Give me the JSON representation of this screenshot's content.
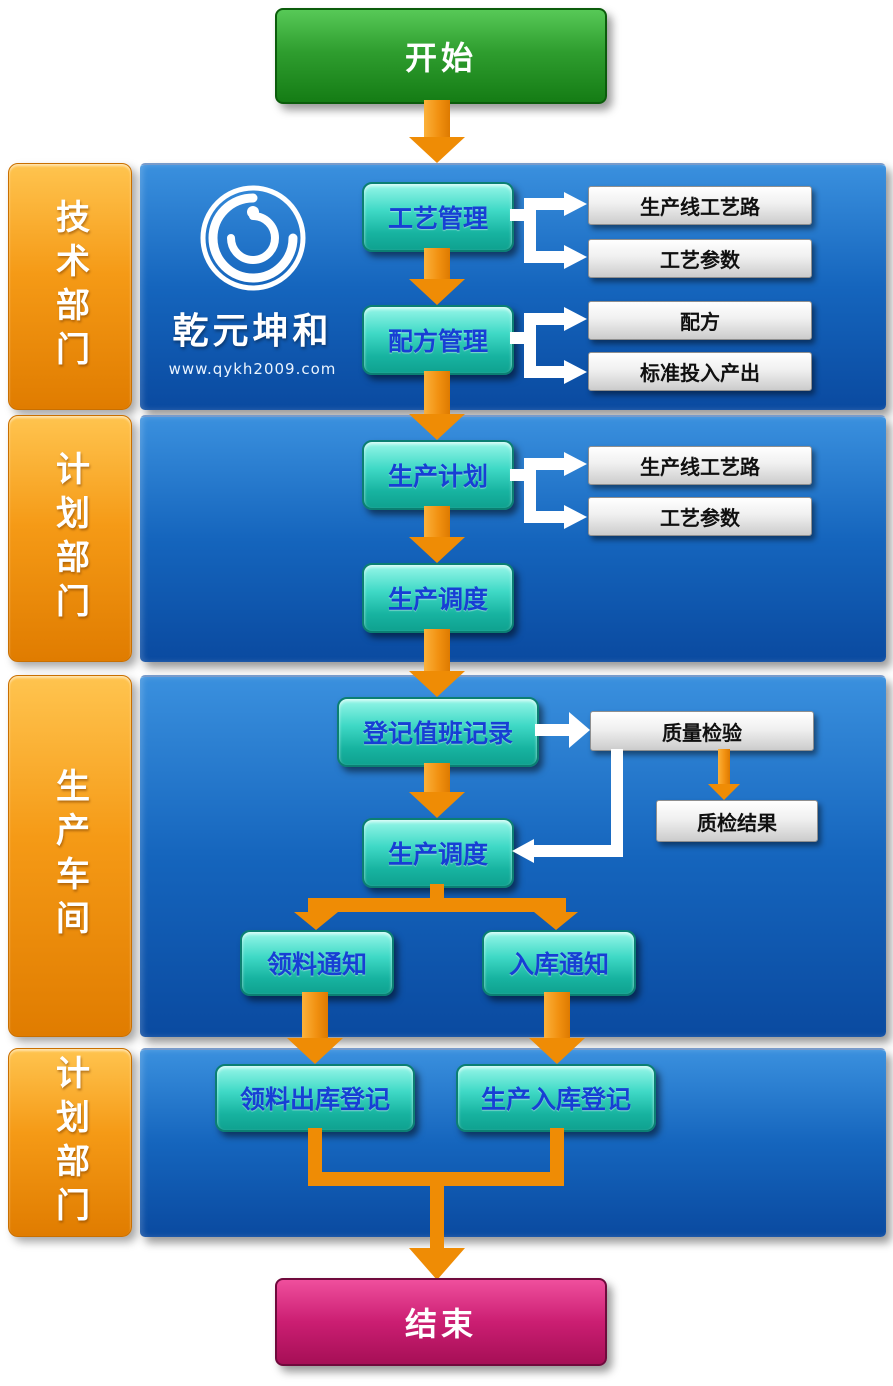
{
  "terminals": {
    "start": "开始",
    "end": "结束"
  },
  "logo": {
    "company": "乾元坤和",
    "website": "www.qykh2009.com",
    "icon": "dragon-circle-logo"
  },
  "lanes": [
    {
      "id": "tech",
      "label": "技术部门"
    },
    {
      "id": "plan1",
      "label": "计划部门"
    },
    {
      "id": "workshop",
      "label": "生产车间"
    },
    {
      "id": "plan2",
      "label": "计划部门"
    }
  ],
  "nodes": {
    "process_management": "工艺管理",
    "recipe_management": "配方管理",
    "production_plan": "生产计划",
    "production_dispatch_1": "生产调度",
    "register_duty_record": "登记值班记录",
    "production_dispatch_2": "生产调度",
    "material_requisition_notice": "领料通知",
    "warehouse_in_notice": "入库通知",
    "material_outbound_register": "领料出库登记",
    "production_inbound_register": "生产入库登记"
  },
  "documents": {
    "line_process_route_1": "生产线工艺路",
    "process_parameters_1": "工艺参数",
    "recipe": "配方",
    "standard_input_output": "标准投入产出",
    "line_process_route_2": "生产线工艺路",
    "process_parameters_2": "工艺参数",
    "quality_inspection": "质量检验",
    "inspection_result": "质检结果"
  },
  "colors": {
    "accent_orange": "#F29111",
    "panel_blue": "#1565BD",
    "node_teal": "#2BD0BC",
    "start_green": "#2F9E2F",
    "end_magenta": "#CB1E72",
    "doc_gray": "#E8E8E8"
  }
}
